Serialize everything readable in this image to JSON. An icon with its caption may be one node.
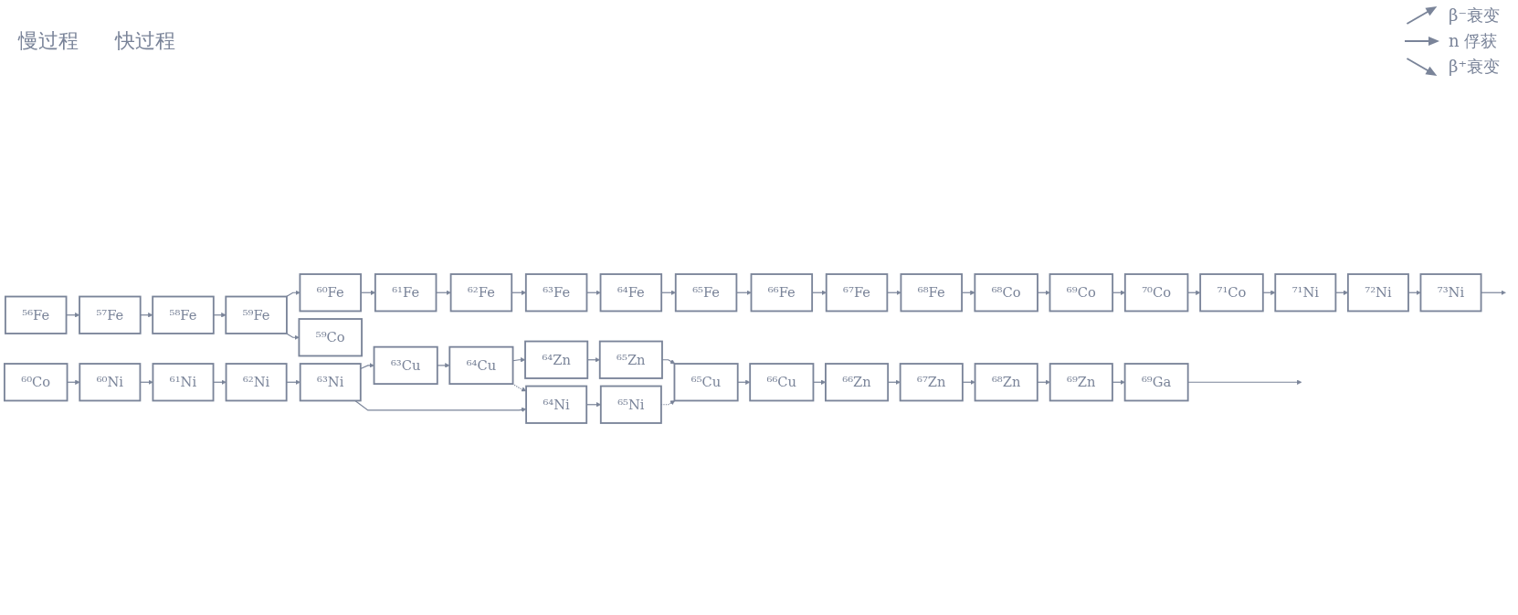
{
  "diagram": {
    "nodes": [
      {
        "text": [
          "⁶⁹Ga"
        ]
      },
      {
        "text": [
          "⁶⁴Zn"
        ]
      },
      {
        "text": [
          "⁶⁵Zn"
        ]
      },
      {
        "text": [
          "⁶⁶Zn"
        ]
      },
      {
        "text": [
          "⁶⁷Zn"
        ]
      },
      {
        "text": [
          "⁶⁸Zn"
        ]
      },
      {
        "text": [
          "⁶⁹Zn"
        ]
      },
      {
        "text": [
          "⁶³Cu"
        ]
      },
      {
        "text": [
          "⁶⁴Cu"
        ]
      },
      {
        "text": [
          "⁶⁵Cu"
        ]
      },
      {
        "text": [
          "⁶⁶Cu"
        ]
      },
      {
        "text": [
          "⁶⁰Ni"
        ]
      },
      {
        "text": [
          "⁶¹Ni"
        ]
      },
      {
        "text": [
          "⁶²Ni"
        ]
      },
      {
        "text": [
          "⁶³Ni"
        ]
      },
      {
        "text": [
          "⁶⁴Ni"
        ]
      },
      {
        "text": [
          "⁶⁵Ni"
        ]
      },
      {
        "text": [
          "⁷¹Ni"
        ]
      },
      {
        "text": [
          "⁷²Ni"
        ]
      },
      {
        "text": [
          "⁷³Ni"
        ]
      },
      {
        "text": [
          "⁵⁹Co"
        ]
      },
      {
        "text": [
          "⁶⁰Co"
        ]
      },
      {
        "text": [
          "⁶⁸Co"
        ]
      },
      {
        "text": [
          "⁶⁹Co"
        ]
      },
      {
        "text": [
          "⁷⁰Co"
        ]
      },
      {
        "text": [
          "⁷¹Co"
        ]
      },
      {
        "text": [
          "⁵⁶Fe"
        ]
      },
      {
        "text": [
          "⁵⁷Fe"
        ]
      },
      {
        "text": [
          "⁵⁸Fe"
        ]
      },
      {
        "text": [
          "⁵⁹Fe"
        ]
      },
      {
        "text": [
          "⁶⁰Fe"
        ]
      },
      {
        "text": [
          "⁶¹Fe"
        ]
      },
      {
        "text": [
          "⁶²Fe"
        ]
      },
      {
        "text": [
          "⁶³Fe"
        ]
      },
      {
        "text": [
          "⁶⁴Fe"
        ]
      },
      {
        "text": [
          "⁶⁵Fe"
        ]
      },
      {
        "text": [
          "⁶⁶Fe"
        ]
      },
      {
        "text": [
          "⁶⁷Fe"
        ]
      },
      {
        "text": [
          "⁶⁸Fe"
        ]
      }
    ],
    "edges": [
      {
        "from": 0,
        "to": null,
        "arrow": "to"
      },
      {
        "from": 1,
        "to": 2,
        "arrow": "to"
      },
      {
        "from": 3,
        "to": 4,
        "arrow": "to"
      },
      {
        "from": 4,
        "to": 5,
        "arrow": "to"
      },
      {
        "from": 5,
        "to": 6,
        "arrow": "to"
      },
      {
        "from": 6,
        "to": 0,
        "arrow": "to"
      },
      {
        "from": 2,
        "to": 9,
        "arrow": "to"
      },
      {
        "from": 8,
        "to": 1,
        "arrow": "to"
      },
      {
        "from": 10,
        "to": 3,
        "arrow": "to"
      },
      {
        "from": 7,
        "to": 8,
        "arrow": "to"
      },
      {
        "from": 9,
        "to": 10,
        "arrow": "to"
      },
      {
        "from": 14,
        "to": 7,
        "arrow": "to"
      },
      {
        "from": 8,
        "to": 15,
        "arrow": "to",
        "style": "dashed"
      },
      {
        "from": 16,
        "to": 9,
        "arrow": "to",
        "style": "dashed"
      },
      {
        "from": 11,
        "to": 12,
        "arrow": "to"
      },
      {
        "from": 12,
        "to": 13,
        "arrow": "to"
      },
      {
        "from": 13,
        "to": 14,
        "arrow": "to"
      },
      {
        "from": 14,
        "to": 15,
        "arrow": "to"
      },
      {
        "from": 15,
        "to": 16,
        "arrow": "to"
      },
      {
        "from": 17,
        "to": 18,
        "arrow": "to"
      },
      {
        "from": 18,
        "to": 19,
        "arrow": "to"
      },
      {
        "from": 19,
        "to": null,
        "arrow": "to"
      },
      {
        "from": 21,
        "to": 11,
        "arrow": "to"
      },
      {
        "from": 29,
        "to": 20,
        "arrow": "to"
      },
      {
        "from": 22,
        "to": 23,
        "arrow": "to"
      },
      {
        "from": 23,
        "to": 24,
        "arrow": "to"
      },
      {
        "from": 24,
        "to": 25,
        "arrow": "to"
      },
      {
        "from": 25,
        "to": 17,
        "arrow": "to"
      },
      {
        "from": 38,
        "to": 22,
        "arrow": "to"
      },
      {
        "from": 26,
        "to": 27,
        "arrow": "to"
      },
      {
        "from": 27,
        "to": 28,
        "arrow": "to"
      },
      {
        "from": 28,
        "to": 29,
        "arrow": "to"
      },
      {
        "from": 29,
        "to": 30,
        "arrow": "to"
      },
      {
        "from": 30,
        "to": 31,
        "arrow": "to"
      },
      {
        "from": 31,
        "to": 32,
        "arrow": "to"
      },
      {
        "from": 32,
        "to": 33,
        "arrow": "to"
      },
      {
        "from": 33,
        "to": 34,
        "arrow": "to"
      },
      {
        "from": 34,
        "to": 35,
        "arrow": "to"
      },
      {
        "from": 35,
        "to": 36,
        "arrow": "to"
      },
      {
        "from": 36,
        "to": 37,
        "arrow": "to"
      },
      {
        "from": 37,
        "to": 38,
        "arrow": "to"
      }
    ],
    "labels": [
      "慢过程",
      "快过程"
    ],
    "legend": [
      {
        "text": "β⁻衰变"
      },
      {
        "text": "n 俘获"
      },
      {
        "text": "β⁺衰变"
      }
    ]
  }
}
